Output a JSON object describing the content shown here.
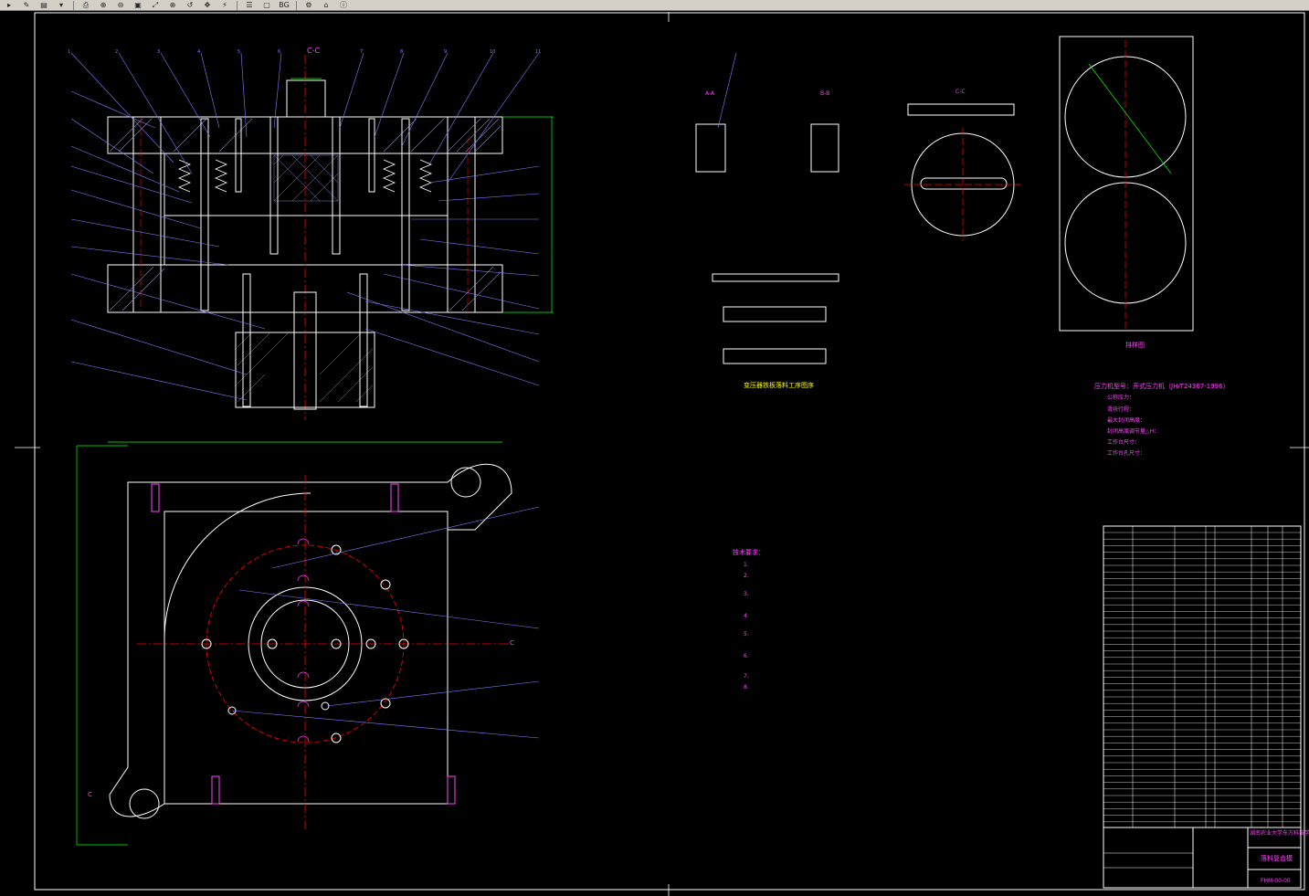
{
  "toolbar": {
    "buttons": [
      {
        "name": "app-menu-icon",
        "glyph": "▸"
      },
      {
        "name": "tool-icon",
        "glyph": "✎"
      },
      {
        "name": "open-icon",
        "glyph": "▤"
      },
      {
        "name": "dropdown-icon",
        "glyph": "▾"
      },
      {
        "name": "print-icon",
        "glyph": "⎙"
      },
      {
        "name": "zoom-realtime-icon",
        "glyph": "⊕"
      },
      {
        "name": "zoom-out-icon",
        "glyph": "⊖"
      },
      {
        "name": "zoom-window-icon",
        "glyph": "▣"
      },
      {
        "name": "zoom-extents-icon",
        "glyph": "⤢"
      },
      {
        "name": "zoom-in-icon",
        "glyph": "⊕"
      },
      {
        "name": "zoom-previous-icon",
        "glyph": "↺"
      },
      {
        "name": "pan-icon",
        "glyph": "✥"
      },
      {
        "name": "regen-icon",
        "glyph": "⚡"
      },
      {
        "name": "layers-icon",
        "glyph": "☰"
      },
      {
        "name": "view-icon",
        "glyph": "▢"
      },
      {
        "name": "bg-label",
        "glyph": "BG"
      },
      {
        "name": "properties-icon",
        "glyph": "⚙"
      },
      {
        "name": "home-icon",
        "glyph": "⌂"
      },
      {
        "name": "info-icon",
        "glyph": "ⓘ"
      }
    ]
  },
  "drawing": {
    "section_label": "C-C",
    "section_c_left": "C",
    "section_c_right": "C",
    "detail_label_a": "A-A",
    "detail_label_b": "B-B",
    "detail_label_cc": "C-C",
    "process_title": "变压器铁板落料工序图序",
    "blank_layout_title": "排样图",
    "press_spec_title": "压力机型号：开式压力机（JH/T24367-1996）",
    "press_specs": [
      "公称压力：",
      "滑块行程：",
      "最大封闭高度：",
      "封闭高度调节量△H：",
      "工作台尺寸：",
      "工作台孔尺寸：",
      "",
      ""
    ],
    "tech_req_title": "技术要求：",
    "tech_reqs": [
      "1.",
      "2.",
      "3.",
      "4.",
      "5.",
      "6.",
      "7.",
      "8."
    ],
    "title_block_school": "湖南农业大学东方科技学院",
    "title_block_name": "落料复合模",
    "title_block_code": "FHM-00-00"
  },
  "colors": {
    "background": "#000000",
    "outline": "#ffffff",
    "dim": "#00ff00",
    "center": "#ff0000",
    "leader": "#7f7fff",
    "hatch": "#a0a0ff",
    "text": "#ff44ff",
    "spring": "#ffff00",
    "crosshair": "#ffffff"
  }
}
